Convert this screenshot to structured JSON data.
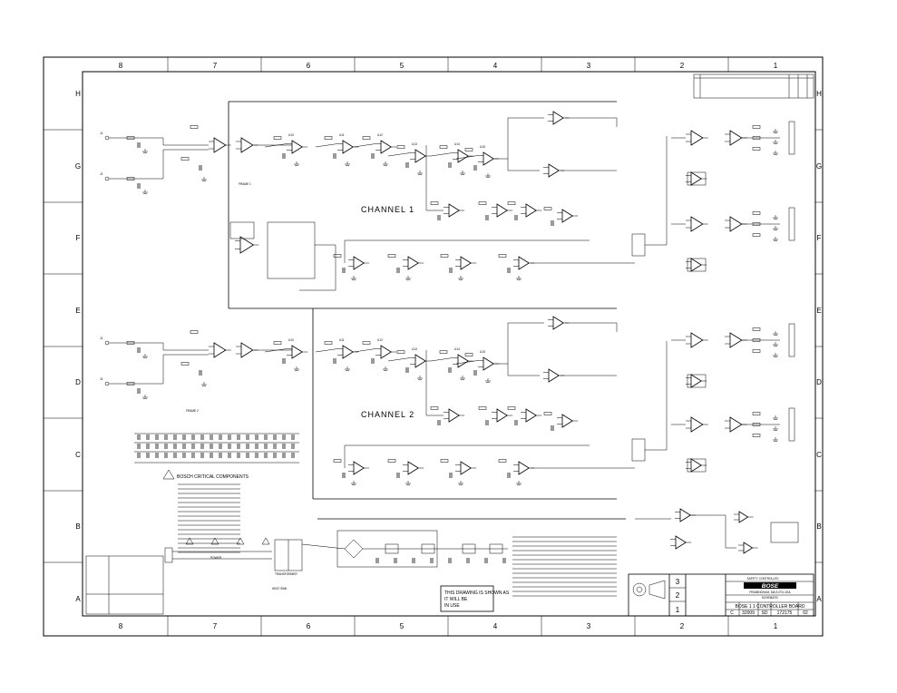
{
  "grid": {
    "columns": [
      "8",
      "7",
      "6",
      "5",
      "4",
      "3",
      "2",
      "1"
    ],
    "rows": [
      "H",
      "G",
      "F",
      "E",
      "D",
      "C",
      "B",
      "A"
    ]
  },
  "channels": [
    "CHANNEL 1",
    "CHANNEL 2"
  ],
  "notes_box": [
    "THIS DRAWING IS SHOWN AS",
    "IT WILL BE",
    "IN USE"
  ],
  "title_block": {
    "company_line": "SAFETY CONTROLLED",
    "brand": "BOSE",
    "address": "FRAMINGHAM, MA 01701 USA",
    "type": "SCHEMATIC",
    "title": "BOSE 1 1 CONTROLLER BOARD",
    "size": "C",
    "cage": "32009",
    "dwg_type": "SD",
    "dwg_no": "172175",
    "rev": "02"
  },
  "legend_heading": "BOSCH CRITICAL COMPONENTS",
  "annotations": {
    "power_switch": "POWER",
    "transformer": "TRANSFORMER",
    "heat_sink": "HEAT SINK",
    "frame1": "FRAME 1",
    "frame2": "FRAME 2"
  }
}
